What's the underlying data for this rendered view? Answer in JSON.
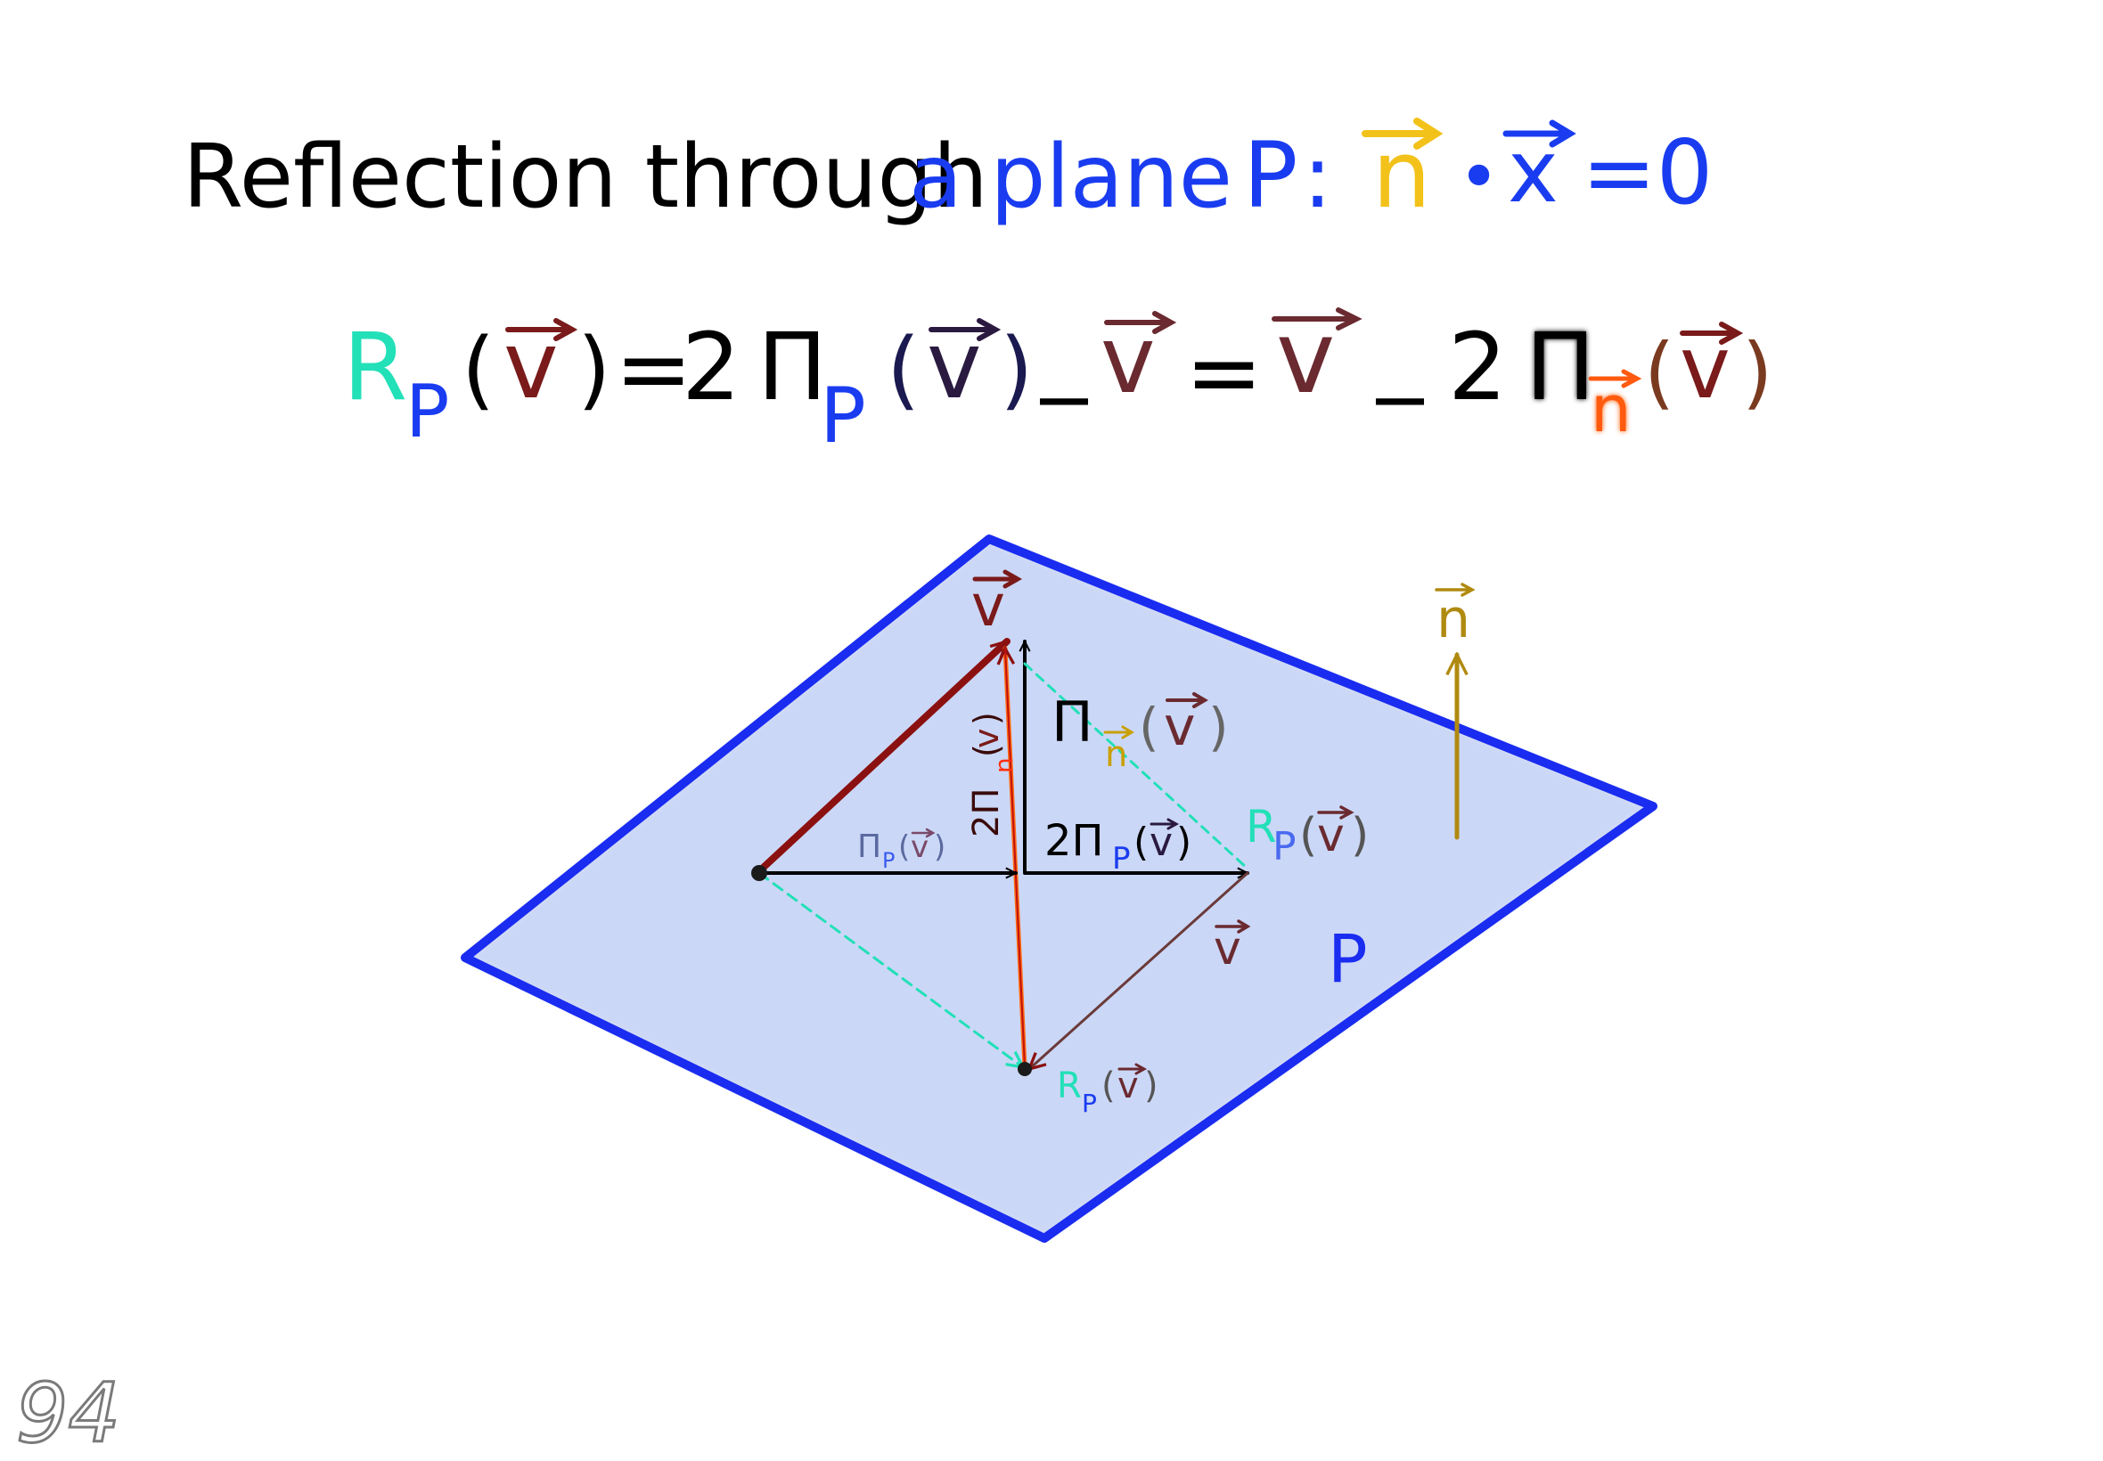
{
  "title": {
    "part1": "Reflection through",
    "part2": "a plane",
    "P": "P",
    "colon": ":",
    "n": "n",
    "dot": "•",
    "x": "x",
    "eq": "=0"
  },
  "formula": {
    "R": "R",
    "sub_P": "P",
    "open": "(",
    "v": "v",
    "close": ")",
    "eq": "=",
    "two": "2",
    "pi": "Π",
    "minus": "_",
    "sub_n": "n"
  },
  "diagram": {
    "label_v": "v",
    "label_n": "n",
    "label_pi": "Π",
    "label_P": "P",
    "label_R": "R",
    "label_2pi": "2Π",
    "paren_open": "(",
    "paren_close": ")"
  },
  "page_number": "94",
  "colors": {
    "black": "#000000",
    "blue": "#1a3cf0",
    "gold": "#f2c21a",
    "teal": "#22e0b8",
    "maroon": "#7a1a1a",
    "orange": "#ff5a10",
    "olive": "#b08a10",
    "grey": "#888888",
    "plane_fill": "#c9d5f6"
  }
}
